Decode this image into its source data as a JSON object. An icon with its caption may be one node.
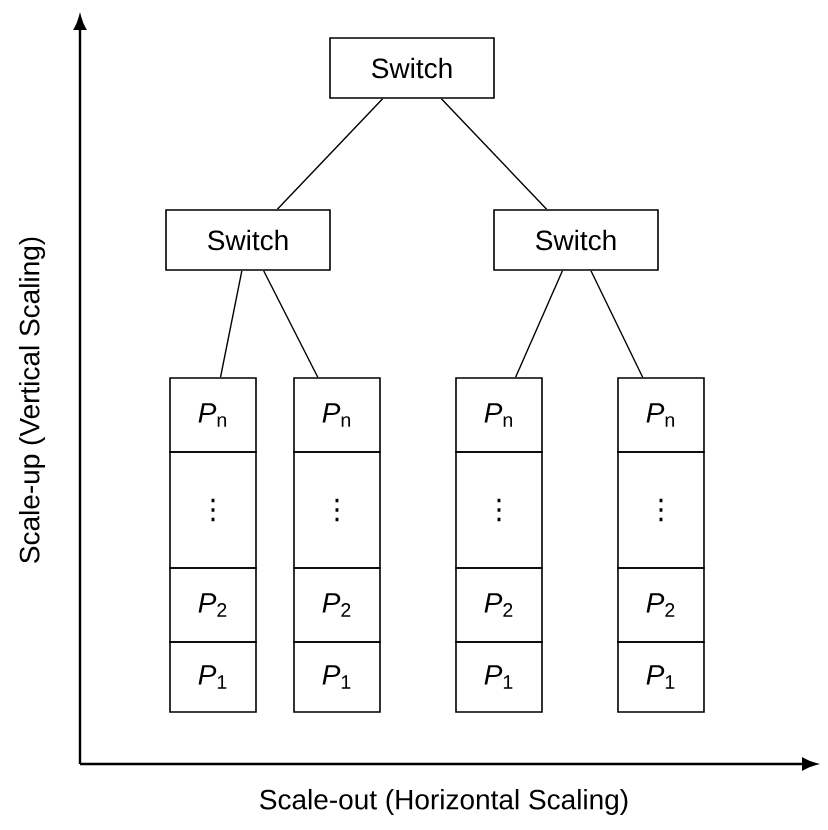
{
  "diagram": {
    "nodes": [
      {
        "text": [
          "Switch"
        ]
      },
      {
        "text": [
          "Switch"
        ]
      },
      {
        "text": [
          "Switch"
        ]
      },
      {
        "text": [
          "*P*$_{n}$"
        ]
      },
      {
        "text": [
          "⋮"
        ]
      },
      {
        "text": [
          "*P*$_{2}$"
        ]
      },
      {
        "text": [
          "*P*$_{1}$"
        ]
      },
      {
        "text": [
          "*P*$_{n}$"
        ]
      },
      {
        "text": [
          "⋮"
        ]
      },
      {
        "text": [
          "*P*$_{2}$"
        ]
      },
      {
        "text": [
          "*P*$_{1}$"
        ]
      },
      {
        "text": [
          "*P*$_{n}$"
        ]
      },
      {
        "text": [
          "⋮"
        ]
      },
      {
        "text": [
          "*P*$_{2}$"
        ]
      },
      {
        "text": [
          "*P*$_{1}$"
        ]
      },
      {
        "text": [
          "*P*$_{n}$"
        ]
      },
      {
        "text": [
          "⋮"
        ]
      },
      {
        "text": [
          "*P*$_{2}$"
        ]
      },
      {
        "text": [
          "*P*$_{1}$"
        ]
      }
    ],
    "edges": [
      {
        "from": 0,
        "to": 1,
        "arrow": "none"
      },
      {
        "from": 0,
        "to": 2,
        "arrow": "none"
      },
      {
        "from": 1,
        "to": 3,
        "arrow": "none"
      },
      {
        "from": 1,
        "to": 7,
        "arrow": "none"
      },
      {
        "from": 2,
        "to": 11,
        "arrow": "none"
      },
      {
        "from": 2,
        "to": 15,
        "arrow": "none"
      }
    ],
    "labels": [
      "Scale-up (Vertical Scaling)",
      "Scale-out (Horizontal Scaling)"
    ]
  }
}
